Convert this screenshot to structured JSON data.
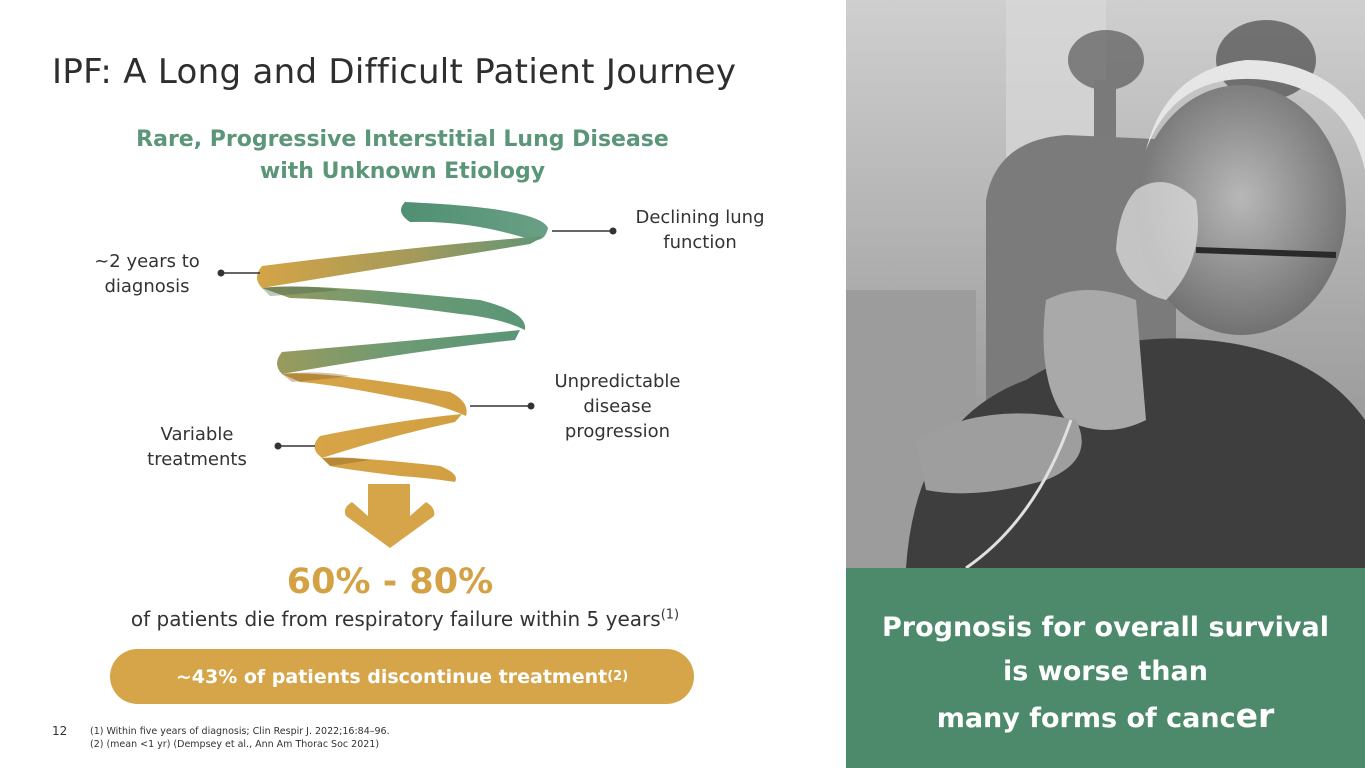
{
  "title": "IPF: A Long and Difficult Patient Journey",
  "subtitle": {
    "line1": "Rare, Progressive Interstitial Lung Disease",
    "line2": "with Unknown Etiology"
  },
  "callouts": {
    "declining": {
      "line1": "Declining lung",
      "line2": "function"
    },
    "diagnosis": {
      "line1": "~2 years to",
      "line2": "diagnosis"
    },
    "unpredictable": {
      "line1": "Unpredictable",
      "line2": "disease",
      "line3": "progression"
    },
    "variable": {
      "line1": "Variable",
      "line2": "treatments"
    }
  },
  "stat": {
    "range": "60% - 80%",
    "description": "of patients die from respiratory failure within 5 years",
    "description_ref": "(1)"
  },
  "pill": {
    "text": "~43% of patients discontinue treatment",
    "ref": "(2)"
  },
  "page_number": "12",
  "footnotes": {
    "note1": "(1)  Within five years of diagnosis; Clin Respir J. 2022;16:84–96.",
    "note2": "(2)  (mean <1 yr) (Dempsey et al., Ann Am Thorac Soc 2021)"
  },
  "panel": {
    "line1": "Prognosis for overall survival",
    "line2": "is worse than",
    "line3_main": "many forms of canc",
    "line3_tail": "er"
  },
  "colors": {
    "green": "#5a9677",
    "gold": "#d6a549",
    "panel_green": "#4d8a6c"
  }
}
